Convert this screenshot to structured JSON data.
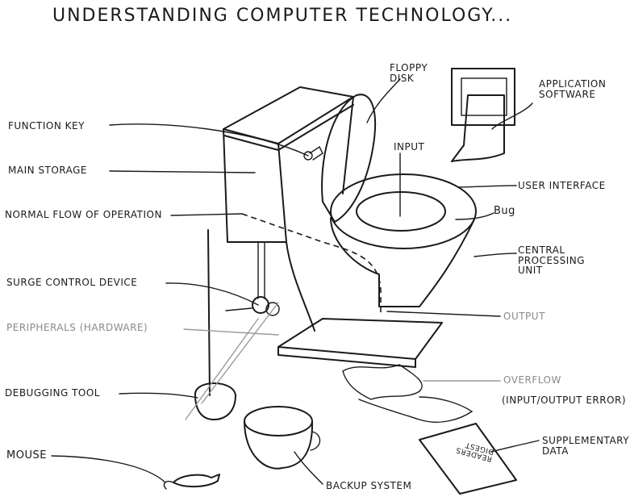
{
  "title": "UNDERSTANDING COMPUTER TECHNOLOGY...",
  "labels": {
    "floppy_disk": "FLOPPY\nDISK",
    "application_software": "APPLICATION\nSOFTWARE",
    "function_key": "FUNCTION KEY",
    "input": "INPUT",
    "main_storage": "MAIN STORAGE",
    "user_interface": "USER INTERFACE",
    "bug": "Bug",
    "normal_flow": "NORMAL FLOW OF OPERATION",
    "cpu": "CENTRAL\nPROCESSING\nUNIT",
    "surge_control": "SURGE CONTROL DEVICE",
    "output": "OUTPUT",
    "peripherals": "PERIPHERALS (HARDWARE)",
    "overflow": "OVERFLOW",
    "io_error": "(INPUT/OUTPUT ERROR)",
    "debugging_tool": "DEBUGGING TOOL",
    "supplementary_data": "SUPPLEMENTARY\nDATA",
    "mouse": "MOUSE",
    "backup_system": "BACKUP SYSTEM",
    "readers_digest": "READERS\nDIGEST"
  },
  "colors": {
    "ink": "#1a1a1a",
    "faint": "#8a8a8a",
    "paper": "#ffffff"
  }
}
